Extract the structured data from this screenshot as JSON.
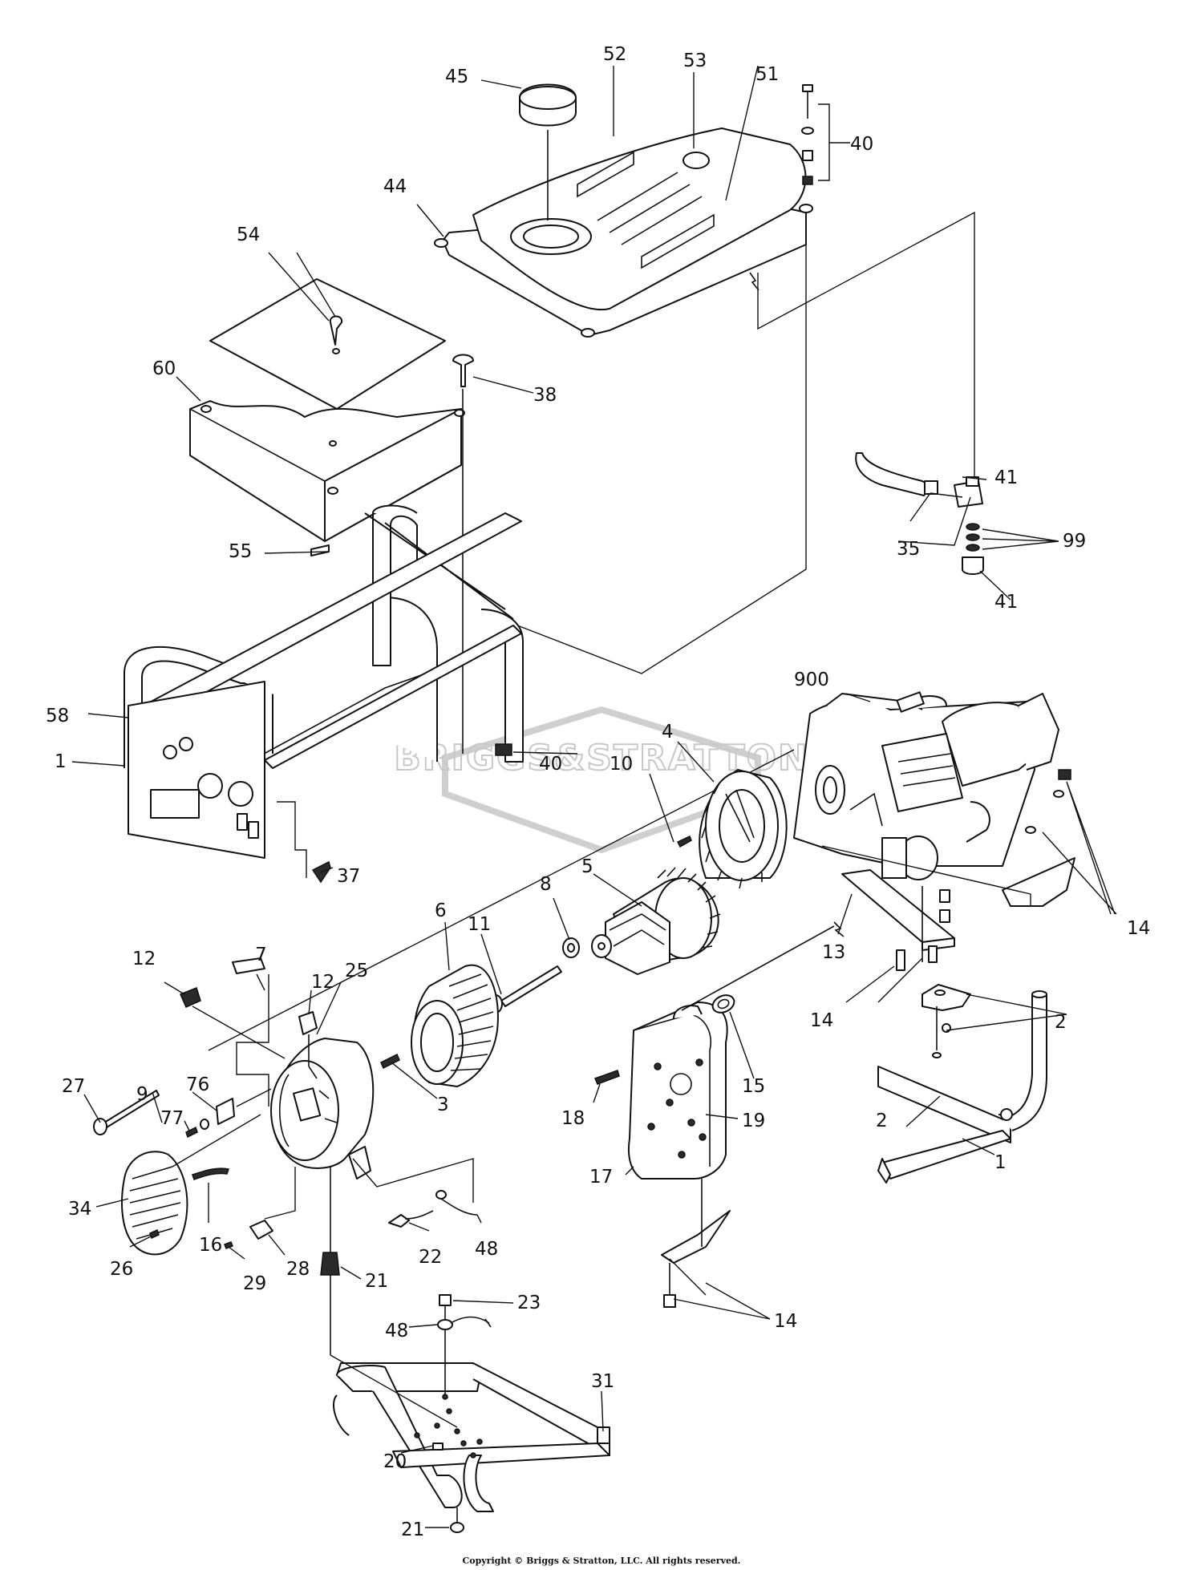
{
  "watermark": {
    "brand_text": "BRIGGS&STRATTON"
  },
  "copyright": "Copyright © Briggs & Stratton, LLC. All rights reserved.",
  "callouts": [
    {
      "id": "c45",
      "label": "45"
    },
    {
      "id": "c52",
      "label": "52"
    },
    {
      "id": "c53",
      "label": "53"
    },
    {
      "id": "c51",
      "label": "51"
    },
    {
      "id": "c40a",
      "label": "40"
    },
    {
      "id": "c44",
      "label": "44"
    },
    {
      "id": "c54",
      "label": "54"
    },
    {
      "id": "c60",
      "label": "60"
    },
    {
      "id": "c38",
      "label": "38"
    },
    {
      "id": "c41a",
      "label": "41"
    },
    {
      "id": "c35",
      "label": "35"
    },
    {
      "id": "c99",
      "label": "99"
    },
    {
      "id": "c41b",
      "label": "41"
    },
    {
      "id": "c55",
      "label": "55"
    },
    {
      "id": "c900",
      "label": "900"
    },
    {
      "id": "c58",
      "label": "58"
    },
    {
      "id": "c1a",
      "label": "1"
    },
    {
      "id": "c40b",
      "label": "40"
    },
    {
      "id": "c4",
      "label": "4"
    },
    {
      "id": "c10",
      "label": "10"
    },
    {
      "id": "c37",
      "label": "37"
    },
    {
      "id": "c5",
      "label": "5"
    },
    {
      "id": "c8",
      "label": "8"
    },
    {
      "id": "c14a",
      "label": "14"
    },
    {
      "id": "c13",
      "label": "13"
    },
    {
      "id": "c7",
      "label": "7"
    },
    {
      "id": "c12a",
      "label": "12"
    },
    {
      "id": "c12b",
      "label": "12"
    },
    {
      "id": "c25",
      "label": "25"
    },
    {
      "id": "c6",
      "label": "6"
    },
    {
      "id": "c11",
      "label": "11"
    },
    {
      "id": "c14b",
      "label": "14"
    },
    {
      "id": "c2a",
      "label": "2"
    },
    {
      "id": "c27",
      "label": "27"
    },
    {
      "id": "c9",
      "label": "9"
    },
    {
      "id": "c76",
      "label": "76"
    },
    {
      "id": "c3",
      "label": "3"
    },
    {
      "id": "c15",
      "label": "15"
    },
    {
      "id": "c77",
      "label": "77"
    },
    {
      "id": "c18",
      "label": "18"
    },
    {
      "id": "c19",
      "label": "19"
    },
    {
      "id": "c2b",
      "label": "2"
    },
    {
      "id": "c1b",
      "label": "1"
    },
    {
      "id": "c34",
      "label": "34"
    },
    {
      "id": "c17",
      "label": "17"
    },
    {
      "id": "c16",
      "label": "16"
    },
    {
      "id": "c22",
      "label": "22"
    },
    {
      "id": "c48a",
      "label": "48"
    },
    {
      "id": "c26",
      "label": "26"
    },
    {
      "id": "c29",
      "label": "29"
    },
    {
      "id": "c28",
      "label": "28"
    },
    {
      "id": "c21a",
      "label": "21"
    },
    {
      "id": "c14c",
      "label": "14"
    },
    {
      "id": "c23",
      "label": "23"
    },
    {
      "id": "c48b",
      "label": "48"
    },
    {
      "id": "c31",
      "label": "31"
    },
    {
      "id": "c20",
      "label": "20"
    },
    {
      "id": "c21b",
      "label": "21"
    }
  ]
}
